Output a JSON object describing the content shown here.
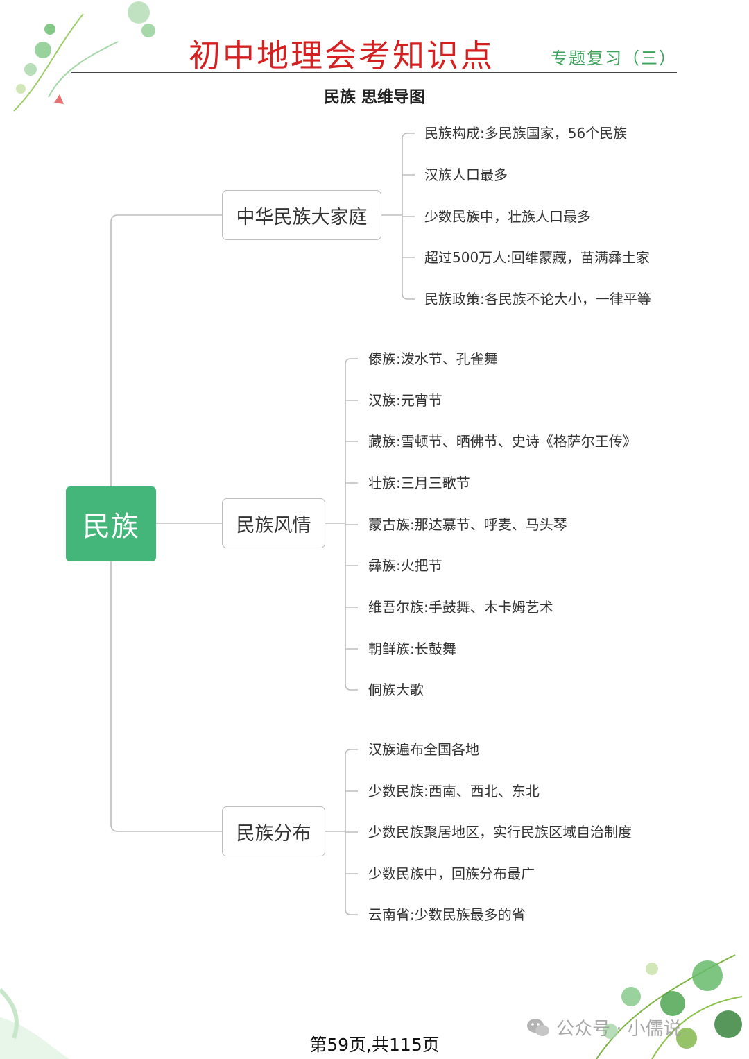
{
  "header": {
    "title": "初中地理会考知识点",
    "series": "专题复习（三）"
  },
  "map_title": "民族  思维导图",
  "mindmap": {
    "root": "民族",
    "branches": [
      {
        "label": "中华民族大家庭",
        "items": [
          "民族构成:多民族国家，56个民族",
          "汉族人口最多",
          "少数民族中，壮族人口最多",
          "超过500万人:回维蒙藏，苗满彝土家",
          "民族政策:各民族不论大小，一律平等"
        ]
      },
      {
        "label": "民族风情",
        "items": [
          "傣族:泼水节、孔雀舞",
          "汉族:元宵节",
          "藏族:雪顿节、晒佛节、史诗《格萨尔王传》",
          "壮族:三月三歌节",
          "蒙古族:那达慕节、呼麦、马头琴",
          "彝族:火把节",
          "维吾尔族:手鼓舞、木卡姆艺术",
          "朝鲜族:长鼓舞",
          "侗族大歌"
        ]
      },
      {
        "label": "民族分布",
        "items": [
          "汉族遍布全国各地",
          "少数民族:西南、西北、东北",
          "少数民族聚居地区，实行民族区域自治制度",
          "少数民族中，回族分布最广",
          "云南省:少数民族最多的省"
        ]
      }
    ]
  },
  "footer": "第59页,共115页",
  "watermark": "公众号 · 小儒说",
  "colors": {
    "title": "#d42020",
    "series": "#3aa35a",
    "root_fill": "#44b67a",
    "line": "#bdbdbd"
  }
}
